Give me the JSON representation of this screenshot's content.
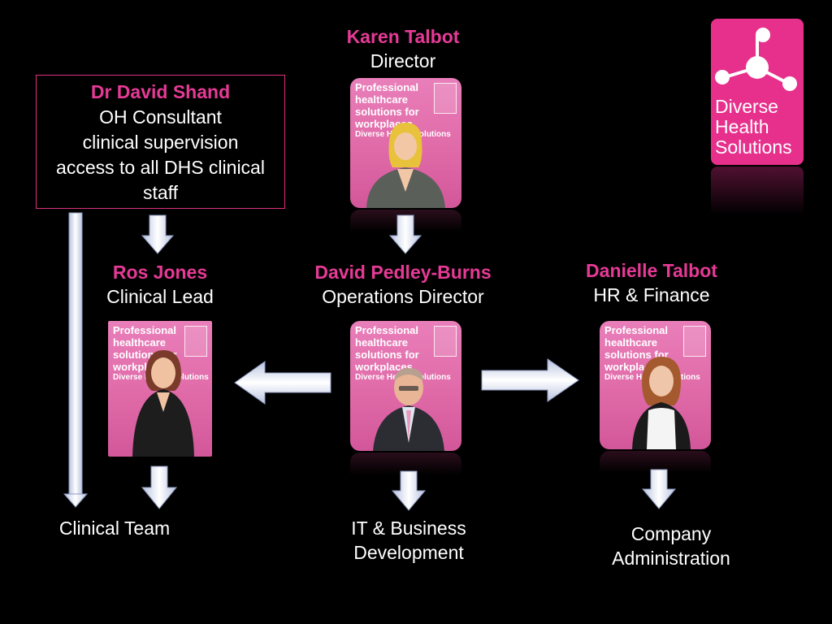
{
  "advisor": {
    "name": "Dr David Shand",
    "lines": [
      "OH Consultant",
      "clinical supervision",
      "access to all DHS clinical",
      "staff"
    ]
  },
  "director": {
    "name": "Karen Talbot",
    "role": "Director"
  },
  "clinical_lead": {
    "name": "Ros Jones",
    "role": "Clinical Lead"
  },
  "operations": {
    "name": "David Pedley-Burns",
    "role": "Operations Director"
  },
  "hr": {
    "name": "Danielle Talbot",
    "role": "HR & Finance"
  },
  "teams": {
    "clinical": "Clinical Team",
    "it_lines": [
      "IT & Business",
      "Development"
    ],
    "admin_lines": [
      "Company",
      "Administration"
    ]
  },
  "logo": {
    "lines": [
      "Diverse",
      "Health",
      "Solutions"
    ]
  },
  "photo_backdrop": {
    "headline_lines": [
      "Professional",
      "healthcare",
      "solutions for",
      "workplaces"
    ],
    "sub": "Diverse Health Solutions"
  },
  "colors": {
    "accent": "#e63a96",
    "background": "#000000",
    "box_border": "#e0307f"
  }
}
